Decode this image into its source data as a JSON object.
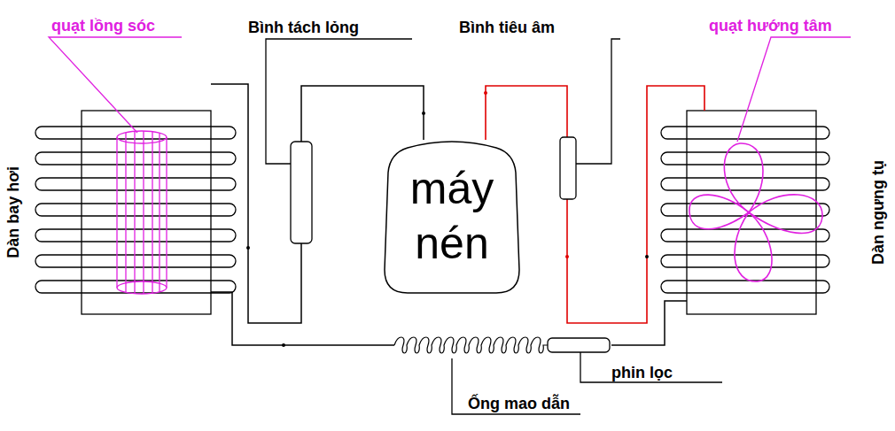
{
  "diagram": {
    "nodes": [
      {
        "text": [
          "máy nén"
        ]
      }
    ],
    "labels": [
      "quạt lồng sóc",
      "Bình tách lỏng",
      "Bình tiêu âm",
      "quạt hướng tâm",
      "Dàn bay hơi",
      "Dàn ngưng tụ",
      "phin lọc",
      "Ống mao dẫn"
    ]
  }
}
